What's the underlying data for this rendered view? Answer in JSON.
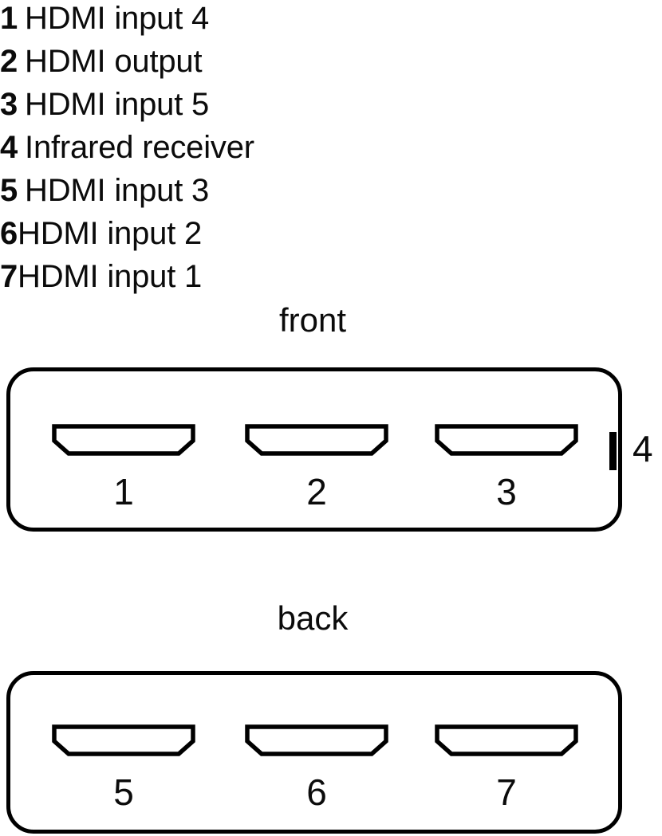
{
  "legend": {
    "items": [
      {
        "num": "1",
        "label": "HDMI input 4",
        "spaced": true
      },
      {
        "num": "2",
        "label": "HDMI output",
        "spaced": true
      },
      {
        "num": "3",
        "label": "HDMI input 5",
        "spaced": true
      },
      {
        "num": "4",
        "label": "Infrared receiver",
        "spaced": true
      },
      {
        "num": "5",
        "label": "HDMI input 3",
        "spaced": true
      },
      {
        "num": "6",
        "label": "HDMI input 2",
        "spaced": false
      },
      {
        "num": "7",
        "label": "HDMI input 1",
        "spaced": false
      }
    ]
  },
  "diagram": {
    "front": {
      "caption": "front",
      "ports": [
        {
          "number": "1",
          "icon": "hdmi-port-icon"
        },
        {
          "number": "2",
          "icon": "hdmi-port-icon"
        },
        {
          "number": "3",
          "icon": "hdmi-port-icon"
        }
      ],
      "ir_receiver": {
        "number": "4",
        "icon": "infrared-receiver-icon"
      }
    },
    "back": {
      "caption": "back",
      "ports": [
        {
          "number": "5",
          "icon": "hdmi-port-icon"
        },
        {
          "number": "6",
          "icon": "hdmi-port-icon"
        },
        {
          "number": "7",
          "icon": "hdmi-port-icon"
        }
      ]
    }
  },
  "colors": {
    "ink": "#000000",
    "background": "#ffffff"
  }
}
